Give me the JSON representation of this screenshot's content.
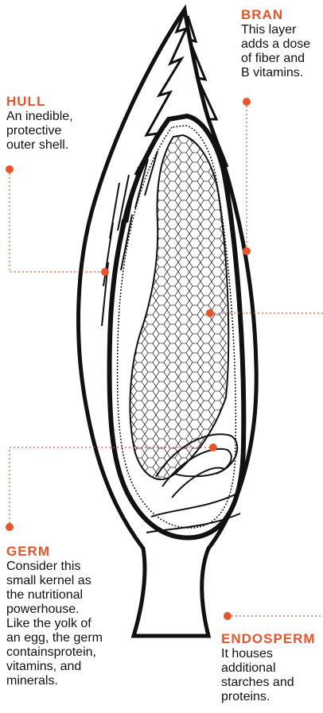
{
  "colors": {
    "accent": "#e8542a",
    "ink": "#111111",
    "leader": "#e8542a"
  },
  "labels": {
    "bran": {
      "title": "BRAN",
      "lines": [
        "This layer",
        "adds a dose",
        "of fiber and",
        "B vitamins."
      ]
    },
    "hull": {
      "title": "HULL",
      "lines": [
        "An inedible,",
        "protective",
        "outer shell."
      ]
    },
    "germ": {
      "title": "GERM",
      "lines": [
        "Consider this",
        "small kernel as",
        "the nutritional",
        "powerhouse.",
        "Like the yolk of",
        "an egg, the germ",
        "containsprotein,",
        "vitamins, and",
        "minerals."
      ]
    },
    "endosperm": {
      "title": "ENDOSPERM",
      "lines": [
        "It houses",
        "additional",
        "starches and",
        "proteins."
      ]
    }
  }
}
